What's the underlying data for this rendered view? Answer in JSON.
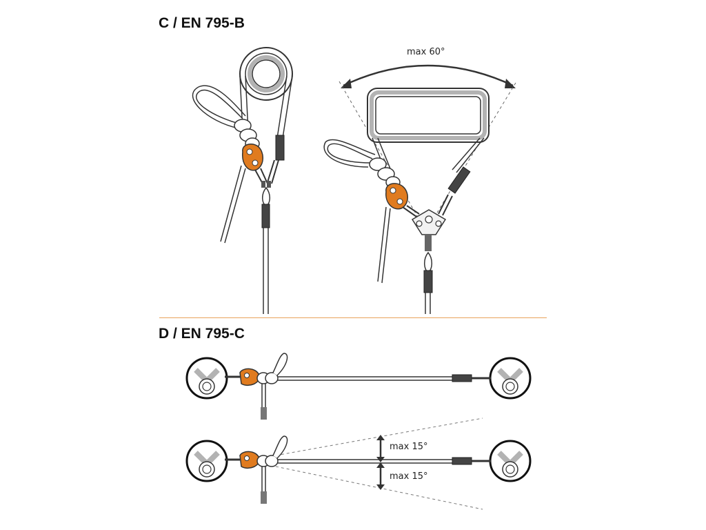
{
  "sections": {
    "c": {
      "title": "C / EN 795-B"
    },
    "d": {
      "title": "D / EN 795-C"
    }
  },
  "angles": {
    "anchor_spread": "max 60°",
    "horizontal_upper": "max 15°",
    "horizontal_lower": "max 15°"
  },
  "colors": {
    "device_orange": "#e07b1f",
    "divider": "#e8a25b",
    "line": "#333333",
    "rope_fill": "#ffffff",
    "anchor_grey": "#b3b3b3"
  },
  "icons": [
    "anchor-ring-icon",
    "rope-loop-icon",
    "figure-eight-knot-icon",
    "rope-grab-device-icon",
    "connector-icon",
    "energy-absorber-icon",
    "sling-anchor-icon",
    "rigging-plate-icon",
    "wall-anchor-icon",
    "angle-arrow-icon"
  ]
}
